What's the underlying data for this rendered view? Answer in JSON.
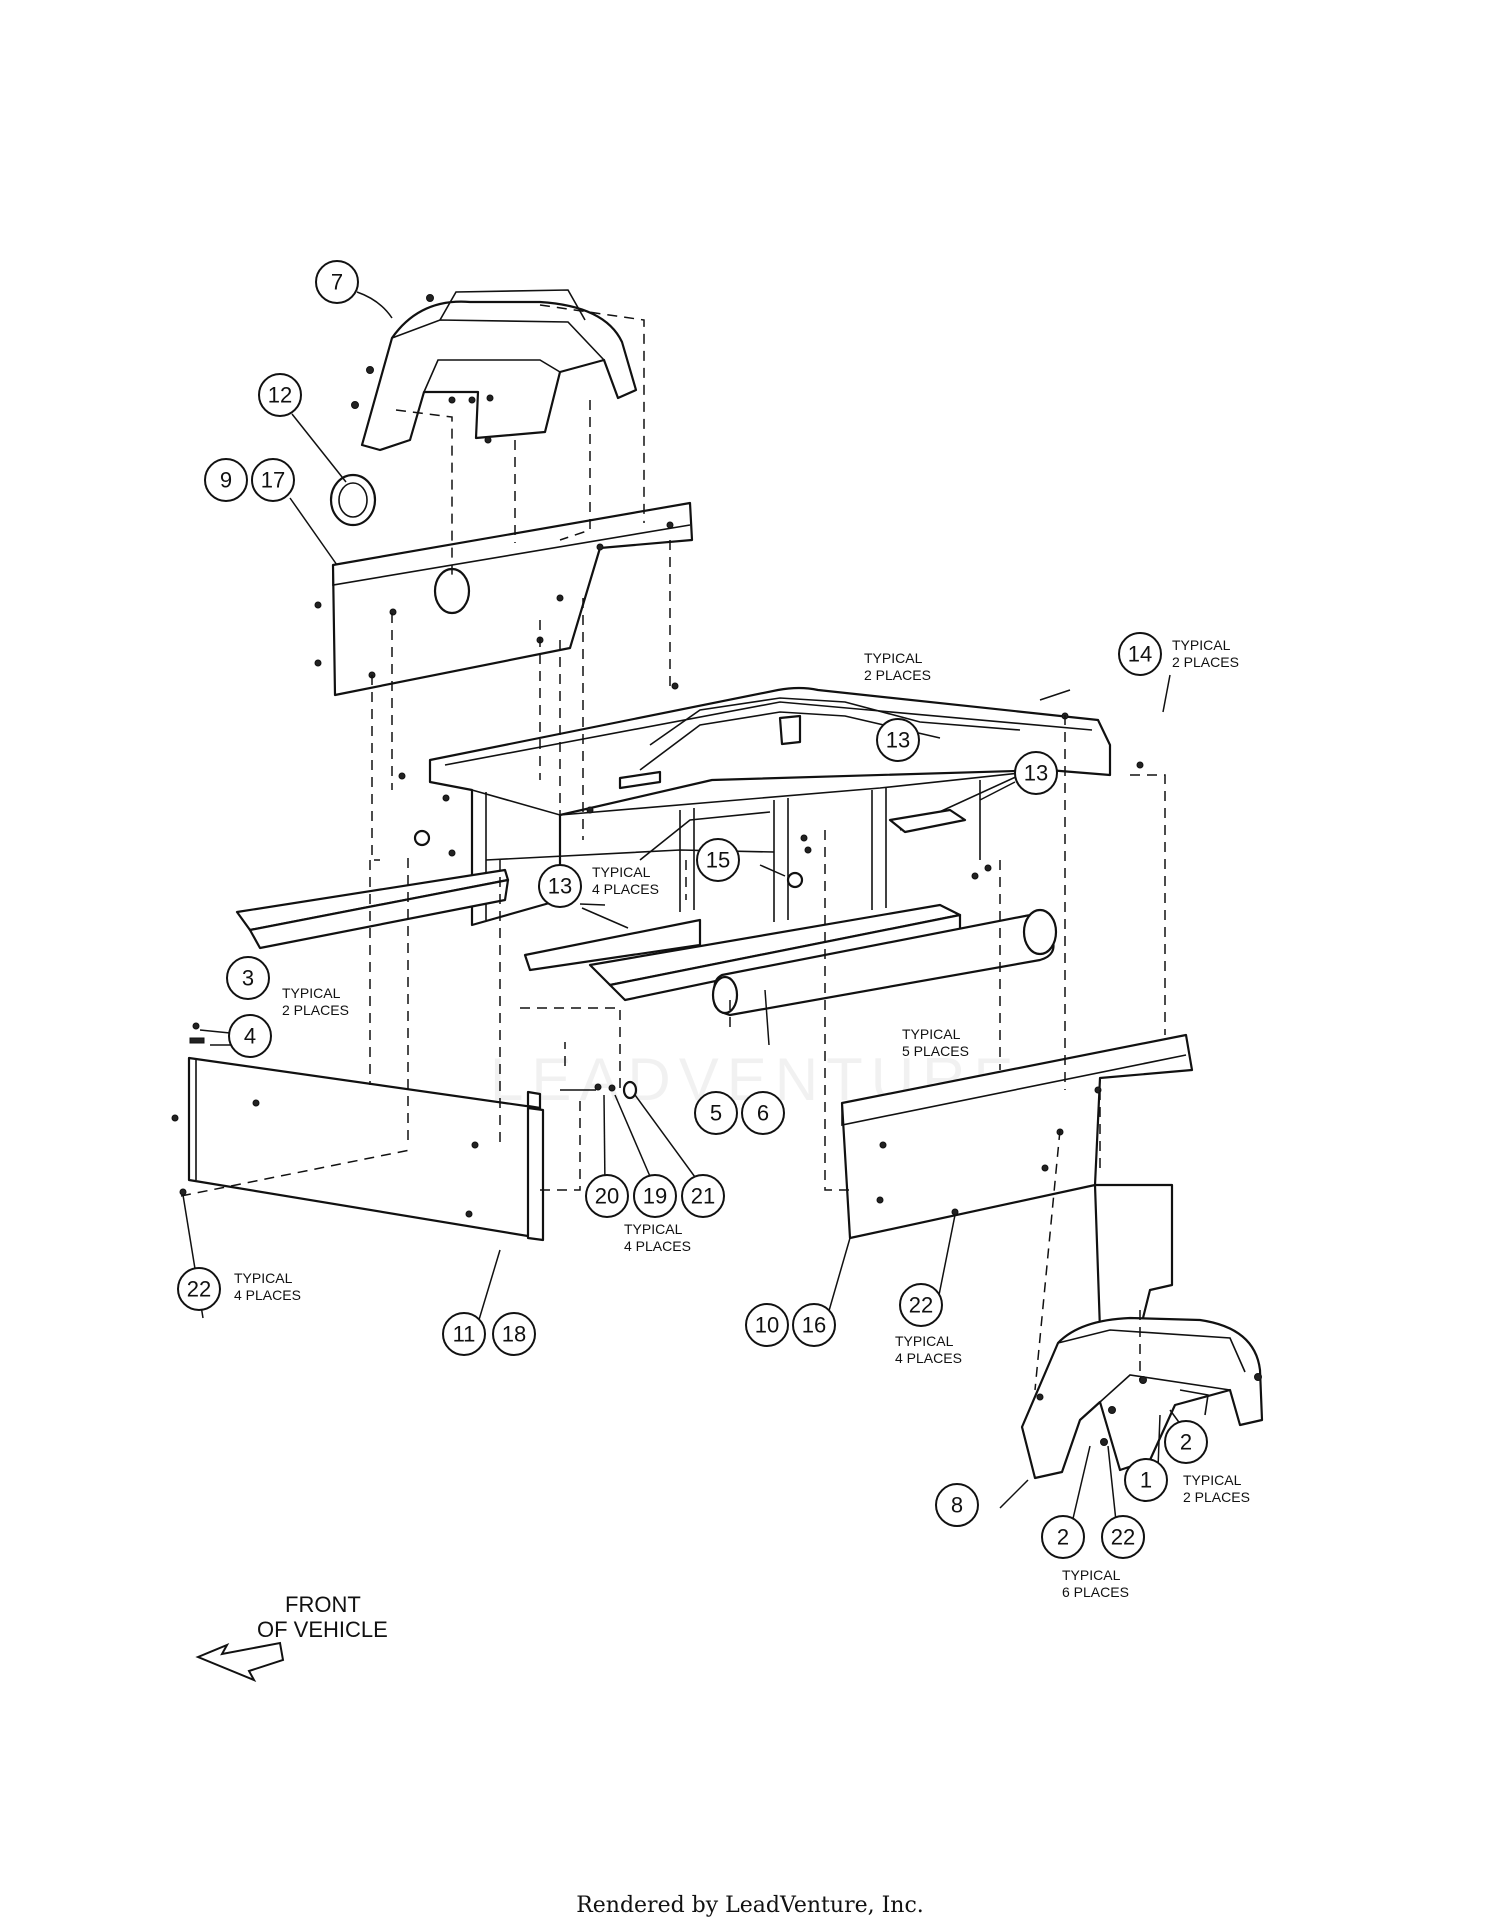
{
  "callouts": {
    "c7": "7",
    "c12": "12",
    "c9": "9",
    "c17": "17",
    "c14": "14",
    "c13a": "13",
    "c13b": "13",
    "c13c": "13",
    "c15": "15",
    "c3": "3",
    "c4": "4",
    "c5": "5",
    "c6": "6",
    "c20": "20",
    "c19": "19",
    "c21": "21",
    "c22a": "22",
    "c11": "11",
    "c18": "18",
    "c10": "10",
    "c16": "16",
    "c22b": "22",
    "c2a": "2",
    "c1": "1",
    "c8": "8",
    "c2b": "2",
    "c22c": "22"
  },
  "notes": {
    "n_frame_line1": "TYPICAL",
    "n_frame_line2": "2 PLACES",
    "n_14_line1": "TYPICAL",
    "n_14_line2": "2 PLACES",
    "n_13_line1": "TYPICAL",
    "n_13_line2": "4 PLACES",
    "n_3_line1": "TYPICAL",
    "n_3_line2": "2 PLACES",
    "n_5pl_line1": "TYPICAL",
    "n_5pl_line2": "5 PLACES",
    "n_20_line1": "TYPICAL",
    "n_20_line2": "4 PLACES",
    "n_22l_line1": "TYPICAL",
    "n_22l_line2": "4 PLACES",
    "n_22r_line1": "TYPICAL",
    "n_22r_line2": "4 PLACES",
    "n_1_line1": "TYPICAL",
    "n_1_line2": "2 PLACES",
    "n_6pl_line1": "TYPICAL",
    "n_6pl_line2": "6 PLACES"
  },
  "front_label": {
    "line1": "FRONT",
    "line2": "OF VEHICLE"
  },
  "watermark": "LEADVENTURE",
  "footer": "Rendered by LeadVenture, Inc."
}
